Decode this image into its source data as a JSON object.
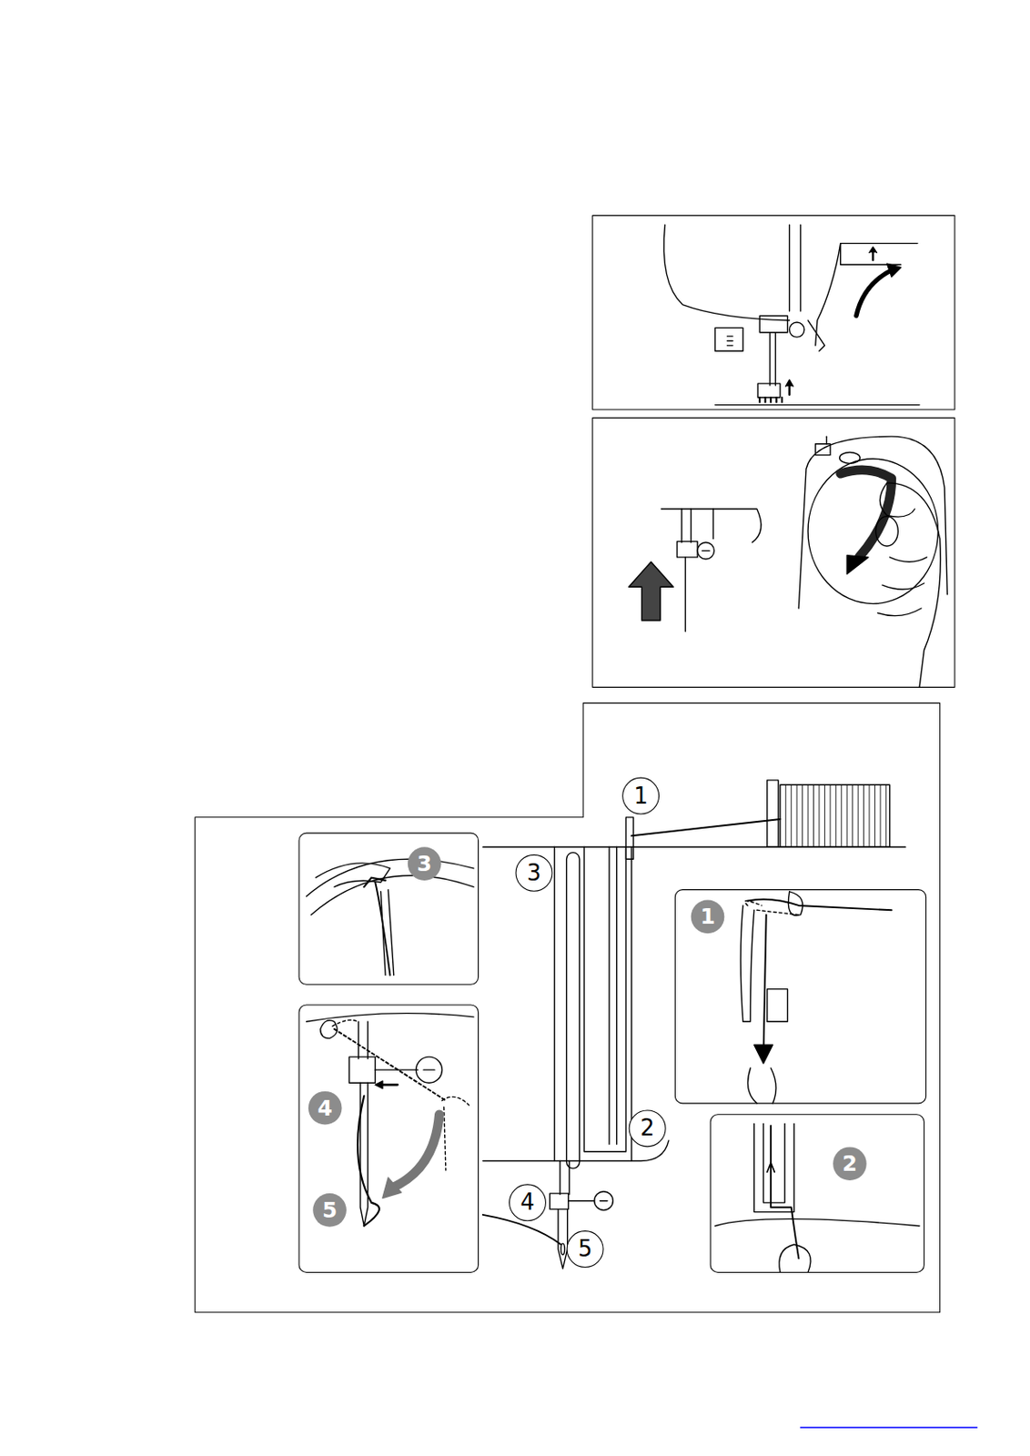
{
  "diagram": {
    "labels": [
      "1",
      "3",
      "3",
      "1",
      "4",
      "2",
      "2",
      "4",
      "5",
      "5"
    ]
  }
}
